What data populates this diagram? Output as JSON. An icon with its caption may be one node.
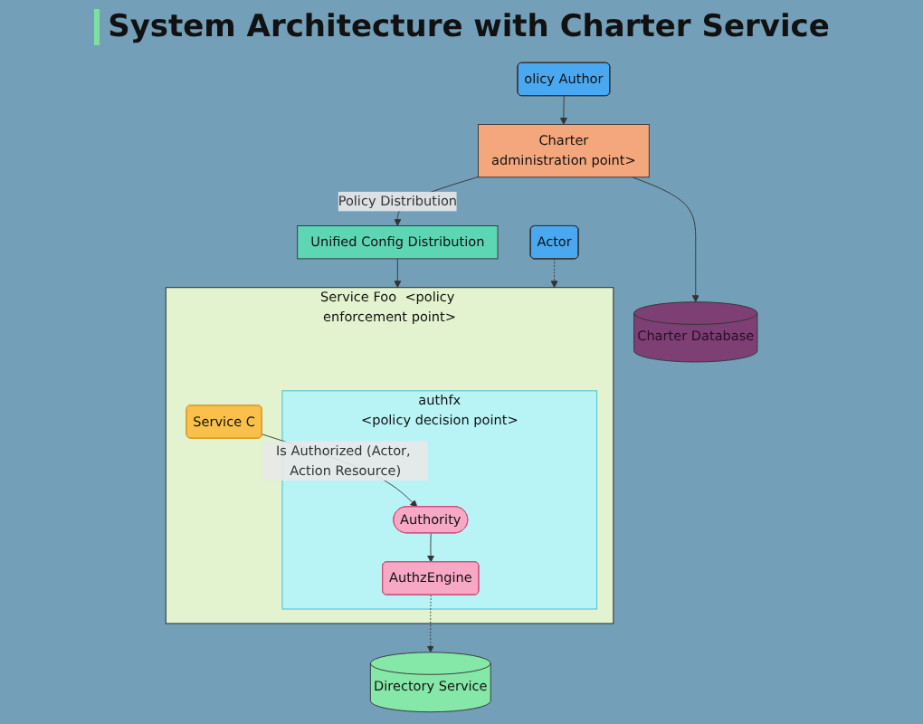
{
  "diagram": {
    "title": "System Architecture with Charter Service",
    "nodes": [
      {
        "text": [
          "olicy Author"
        ]
      },
      {
        "text": [
          "Charter",
          "administration point>"
        ]
      },
      {
        "text": [
          "Charter Database"
        ]
      },
      {
        "text": [
          "Unified Config Distribution"
        ]
      },
      {
        "text": [
          "Directory Service"
        ]
      },
      {
        "text": [
          "Actor"
        ]
      },
      {
        "text": [
          "Service Foo  <policy enforcement point>"
        ]
      },
      {
        "text": [
          "authfx",
          "<policy decision point>"
        ],
        "in": 6
      },
      {
        "text": [
          "Authority"
        ],
        "in": 7
      },
      {
        "text": [
          "AuthzEngine"
        ],
        "in": 7
      },
      {
        "text": [
          "Service C"
        ],
        "in": 6
      }
    ],
    "edges": [
      {
        "from": 0,
        "to": 1,
        "arrow": "to"
      },
      {
        "from": 1,
        "to": 2,
        "arrow": "to"
      },
      {
        "from": 1,
        "to": 3,
        "arrow": "to",
        "label": "Policy Distribution"
      },
      {
        "from": 3,
        "to": 6,
        "arrow": "to"
      },
      {
        "from": 5,
        "to": 6,
        "arrow": "to",
        "style": "dashed"
      },
      {
        "from": 10,
        "to": 8,
        "arrow": "to",
        "label": "Is Authorized (Actor, Action Resource)"
      },
      {
        "from": 8,
        "to": 9,
        "arrow": "to"
      },
      {
        "from": 9,
        "to": 4,
        "arrow": "to",
        "style": "dashed"
      }
    ]
  }
}
